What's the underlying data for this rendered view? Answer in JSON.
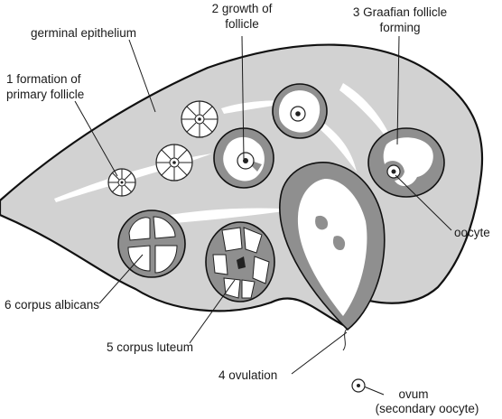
{
  "labels": {
    "germinal_epithelium": "germinal epithelium",
    "stage1_line1": "1 formation of",
    "stage1_line2": "primary follicle",
    "stage2_line1": "2 growth of",
    "stage2_line2": "follicle",
    "stage3_line1": "3 Graafian follicle",
    "stage3_line2": "forming",
    "oocyte": "oocyte",
    "stage4": "4 ovulation",
    "stage5": "5 corpus luteum",
    "stage6": "6 corpus albicans",
    "ovum_line1": "ovum",
    "ovum_line2": "(secondary oocyte)"
  },
  "colors": {
    "tissue": "#d2d2d2",
    "follicle_wall": "#8f8f8f",
    "outline": "#111111"
  }
}
